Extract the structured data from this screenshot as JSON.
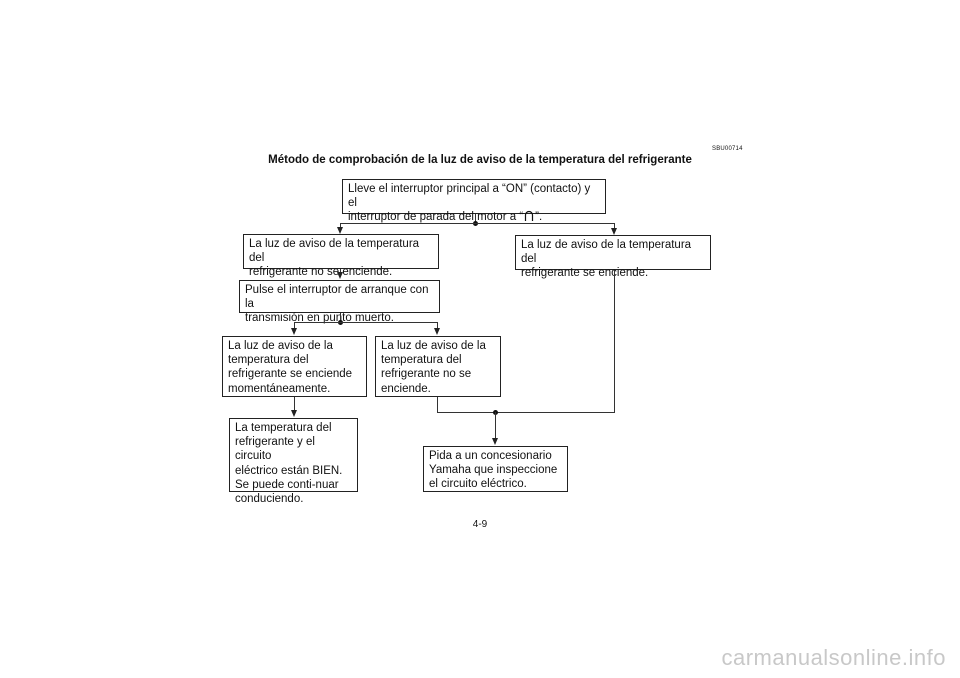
{
  "doc_code": "SBU00714",
  "title": "Método de comprobación de la luz de aviso de la temperatura del refrigerante",
  "box_start_1": "Lleve el interruptor principal a “ON” (contacto) y el",
  "box_start_2_pre": "interruptor de parada del motor a “",
  "box_start_2_post": "”.",
  "stop_symbol_icon": "engine-run-symbol",
  "box_not_on_1": "La luz de aviso de la temperatura del",
  "box_not_on_2": "refrigerante no se enciende.",
  "box_on_1": "La luz de aviso de la temperatura del",
  "box_on_2": "refrigerante se enciende.",
  "box_press_1": "Pulse el interruptor de arranque con la",
  "box_press_2": "transmisión en punto muerto.",
  "box_momentary": [
    "La luz de aviso de la",
    "temperatura del",
    "refrigerante se enciende",
    "momentáneamente."
  ],
  "box_no_light": [
    "La luz de aviso de la",
    "temperatura del",
    "refrigerante no se",
    "enciende."
  ],
  "box_ok": [
    "La temperatura del",
    "refrigerante y el circuito",
    "eléctrico están BIEN.",
    "Se puede conti-nuar",
    "conduciendo."
  ],
  "box_dealer": [
    "Pida a un concesionario",
    "Yamaha que inspeccione",
    "el circuito eléctrico."
  ],
  "page_number": "4-9",
  "watermark": "carmanualsonline.info",
  "colors": {
    "line": "#333333",
    "text": "#111111",
    "watermark": "#c8c8c8"
  }
}
